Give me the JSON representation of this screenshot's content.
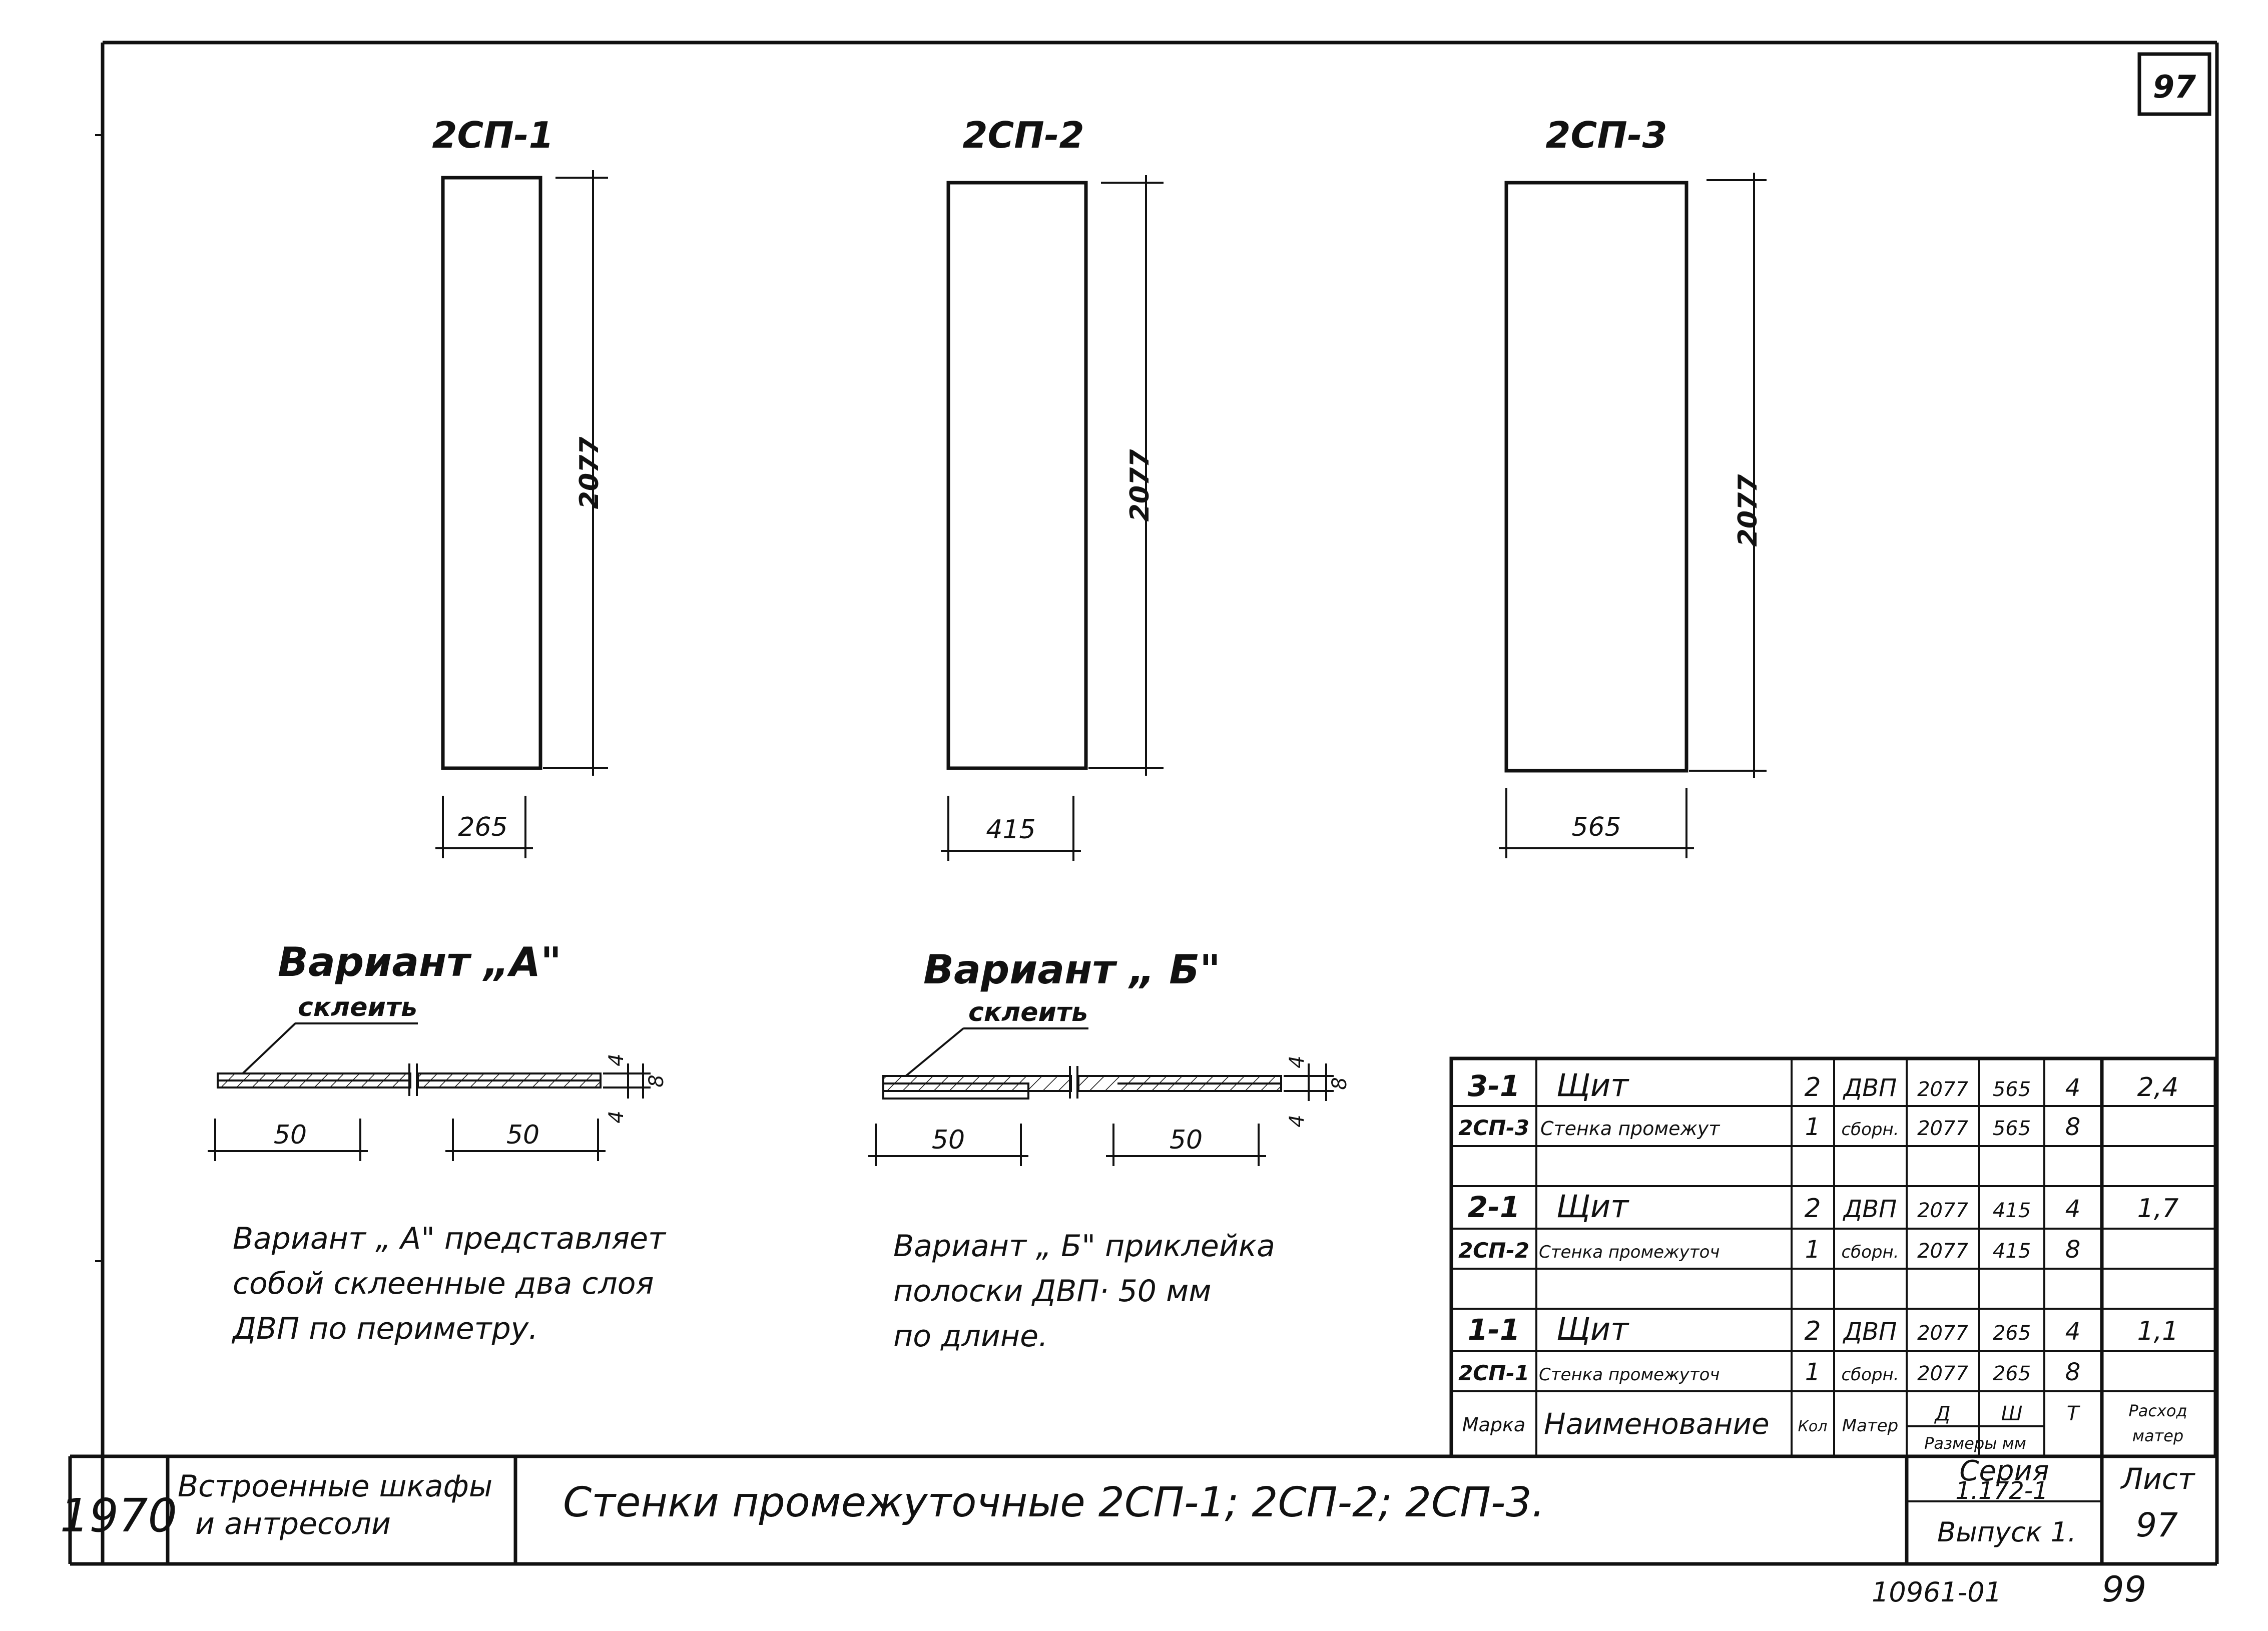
{
  "sheet_number_corner": "97",
  "panels": [
    {
      "mark": "2СП-1",
      "height_label": "2077",
      "width_label": "265"
    },
    {
      "mark": "2СП-2",
      "height_label": "2077",
      "width_label": "415"
    },
    {
      "mark": "2СП-3",
      "height_label": "2077",
      "width_label": "565"
    }
  ],
  "variant_a": {
    "title": "Вариант „А\"",
    "glue_label": "склеить",
    "dim_left": "50",
    "dim_right": "50",
    "dim_t1": "4",
    "dim_t2": "4",
    "dim_total": "8",
    "note_lines": [
      "Вариант „ А\" представляет",
      "собой склеенные два  слоя",
      "ДВП по периметру."
    ]
  },
  "variant_b": {
    "title": "Вариант „ Б\"",
    "glue_label": "склеить",
    "dim_left": "50",
    "dim_right": "50",
    "dim_t1": "4",
    "dim_t2": "4",
    "dim_total": "8",
    "note_lines": [
      "Вариант „ Б\" приклейка",
      "полоски ДВП· 50 мм",
      "по длине."
    ]
  },
  "spec_table": {
    "rows": [
      {
        "mark": "3-1",
        "name": "Щит",
        "qty": "2",
        "material": "ДВП",
        "l": "2077",
        "w": "565",
        "t": "4",
        "consumption": "2,4"
      },
      {
        "mark": "2СП-3",
        "name": "Стенка промежут",
        "qty": "1",
        "material": "сборн.",
        "l": "2077",
        "w": "565",
        "t": "8",
        "consumption": ""
      },
      {
        "mark": "",
        "name": "",
        "qty": "",
        "material": "",
        "l": "",
        "w": "",
        "t": "",
        "consumption": ""
      },
      {
        "mark": "2-1",
        "name": "Щит",
        "qty": "2",
        "material": "ДВП",
        "l": "2077",
        "w": "415",
        "t": "4",
        "consumption": "1,7"
      },
      {
        "mark": "2СП-2",
        "name": "Стенка промежуточ",
        "qty": "1",
        "material": "сборн.",
        "l": "2077",
        "w": "415",
        "t": "8",
        "consumption": ""
      },
      {
        "mark": "",
        "name": "",
        "qty": "",
        "material": "",
        "l": "",
        "w": "",
        "t": "",
        "consumption": ""
      },
      {
        "mark": "1-1",
        "name": "Щит",
        "qty": "2",
        "material": "ДВП",
        "l": "2077",
        "w": "265",
        "t": "4",
        "consumption": "1,1"
      },
      {
        "mark": "2СП-1",
        "name": "Стенка промежуточ",
        "qty": "1",
        "material": "сборн.",
        "l": "2077",
        "w": "265",
        "t": "8",
        "consumption": ""
      }
    ],
    "header": {
      "mark": "Марка",
      "name": "Наименование",
      "qty": "Кол",
      "material": "Матер",
      "l": "Д",
      "w": "Ш",
      "t": "Т",
      "sizes": "Размеры  мм",
      "consumption_1": "Расход",
      "consumption_2": "матер"
    }
  },
  "title_block": {
    "year": "1970",
    "subject_line1": "Встроенные шкафы",
    "subject_line2": "и антресоли",
    "title": "Стенки промежуточные 2СП-1; 2СП-2; 2СП-3.",
    "series_label": "Серия",
    "series_value": "1.172-1",
    "issue": "Выпуск 1.",
    "sheet_label": "Лист",
    "sheet_value": "97"
  },
  "footer": {
    "doc_number": "10961-01",
    "page": "99"
  }
}
